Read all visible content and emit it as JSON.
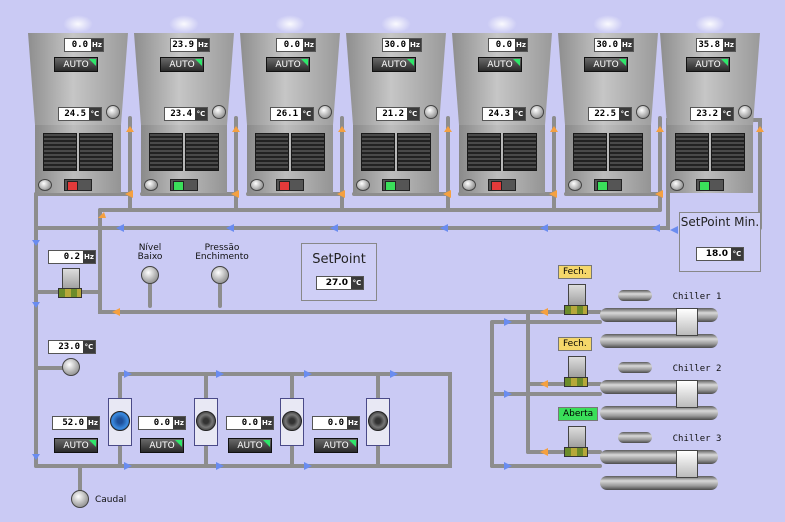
{
  "units": {
    "hz": "Hz",
    "c": "°C"
  },
  "towers": [
    {
      "hz": "0.0",
      "mode": "AUTO",
      "temp": "24.5",
      "status": "off",
      "status_color": "#e23a3a"
    },
    {
      "hz": "23.9",
      "mode": "AUTO",
      "temp": "23.4",
      "status": "on",
      "status_color": "#3adf5a"
    },
    {
      "hz": "0.0",
      "mode": "AUTO",
      "temp": "26.1",
      "status": "off",
      "status_color": "#e23a3a"
    },
    {
      "hz": "30.0",
      "mode": "AUTO",
      "temp": "21.2",
      "status": "on",
      "status_color": "#3adf5a"
    },
    {
      "hz": "0.0",
      "mode": "AUTO",
      "temp": "24.3",
      "status": "off",
      "status_color": "#e23a3a"
    },
    {
      "hz": "30.0",
      "mode": "AUTO",
      "temp": "22.5",
      "status": "on",
      "status_color": "#3adf5a"
    },
    {
      "hz": "35.8",
      "mode": "AUTO",
      "temp": "23.2",
      "status": "on",
      "status_color": "#3adf5a"
    }
  ],
  "setpoint": {
    "label": "SetPoint",
    "value": "27.0"
  },
  "setpoint_min": {
    "label": "SetPoint Min.",
    "value": "18.0"
  },
  "bypass_valve": {
    "hz": "0.2"
  },
  "instruments": {
    "nivel_baixo": "Nível Baixo",
    "pressao": "Pressão Enchimento",
    "caudal": "Caudal"
  },
  "supply_temp": "23.0",
  "pumps": [
    {
      "hz": "52.0",
      "mode": "AUTO"
    },
    {
      "hz": "0.0",
      "mode": "AUTO"
    },
    {
      "hz": "0.0",
      "mode": "AUTO"
    },
    {
      "hz": "0.0",
      "mode": "AUTO"
    }
  ],
  "chillers": [
    {
      "name": "Chiller 1",
      "valve": "Fech.",
      "valve_color": "#f5d76a"
    },
    {
      "name": "Chiller 2",
      "valve": "Fech.",
      "valve_color": "#f5d76a"
    },
    {
      "name": "Chiller 3",
      "valve": "Aberta",
      "valve_color": "#3adf5a"
    }
  ]
}
